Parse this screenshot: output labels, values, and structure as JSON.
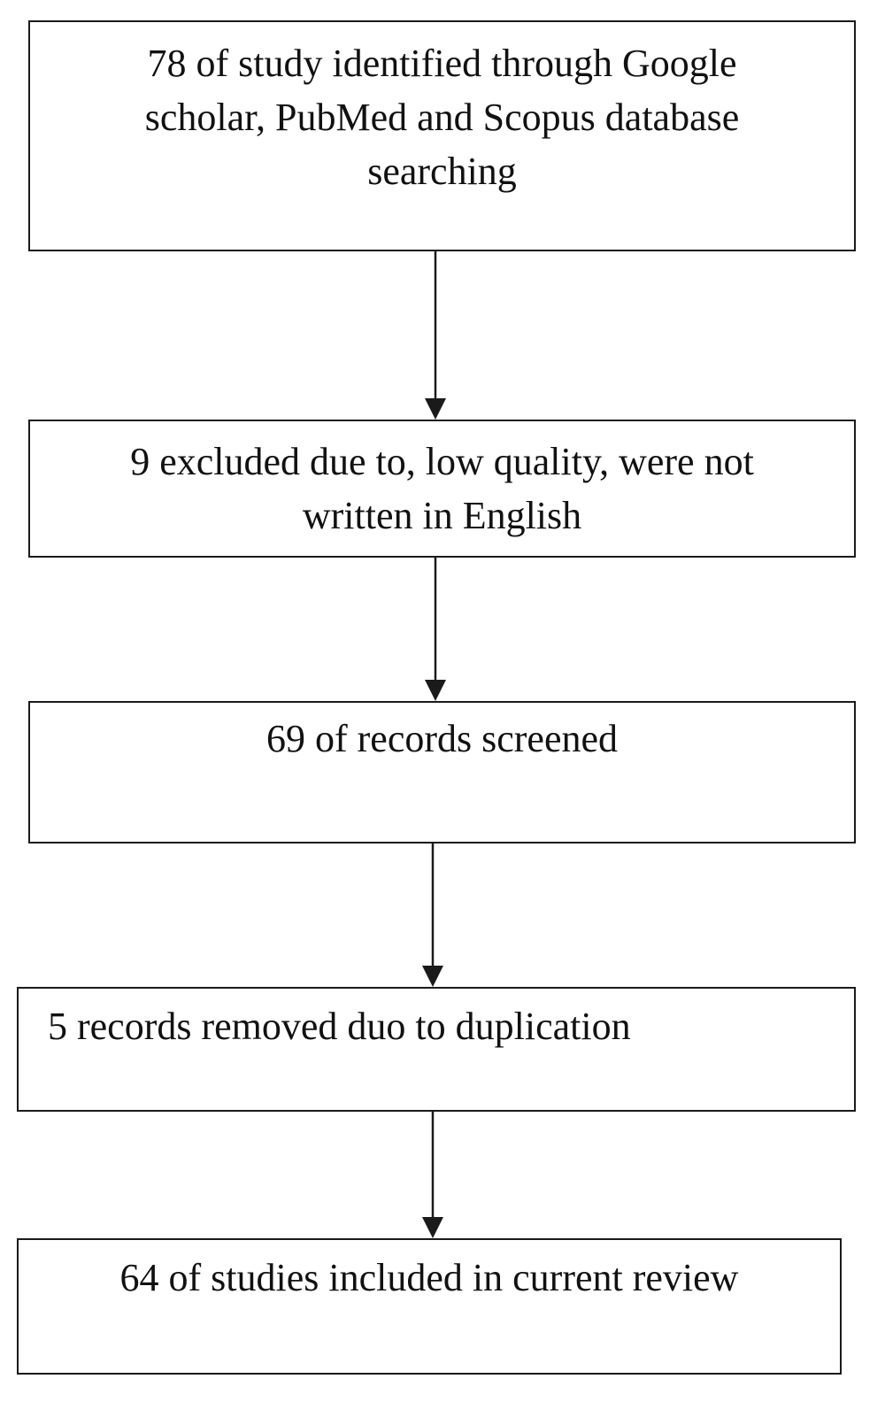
{
  "flowchart": {
    "steps": [
      {
        "text": "78 of study identified through Google\nscholar, PubMed and Scopus database\nsearching"
      },
      {
        "text": "9 excluded due to, low quality, were not\nwritten in English"
      },
      {
        "text": "69 of records screened"
      },
      {
        "text": "5 records removed duo to duplication"
      },
      {
        "text": "64 of studies included in current review"
      }
    ],
    "colors": {
      "stroke": "#1a1a1a",
      "background": "#ffffff"
    }
  }
}
